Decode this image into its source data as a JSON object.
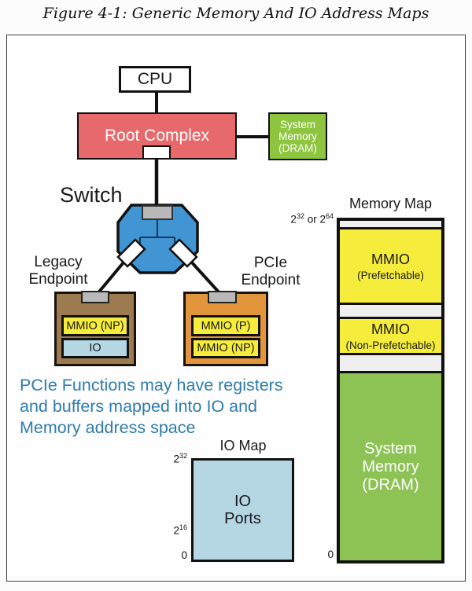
{
  "title": "Figure 4-1: Generic Memory And IO Address Maps",
  "colors": {
    "root_complex_red": "#E8696B",
    "dram_green": "#8DC63E",
    "switch_blue": "#4095D2",
    "legacy_brown": "#9C7B50",
    "pcie_orange": "#E2953B",
    "mmio_yellow": "#F6EC3B",
    "io_light_blue": "#B5D7E4",
    "note_blue": "#2E7CAD",
    "port_gray": "#B9B9B9",
    "map_green": "#8DC355",
    "band_gray": "#EFEFEF"
  },
  "nodes": {
    "cpu": "CPU",
    "root_complex": "Root Complex",
    "system_memory": [
      "System",
      "Memory",
      "(DRAM)"
    ],
    "switch": "Switch",
    "legacy_endpoint": {
      "name": [
        "Legacy",
        "Endpoint"
      ],
      "regions": [
        "MMIO (NP)",
        "IO"
      ]
    },
    "pcie_endpoint": {
      "name": [
        "PCIe",
        "Endpoint"
      ],
      "regions": [
        "MMIO (P)",
        "MMIO (NP)"
      ]
    }
  },
  "note": [
    "PCIe Functions may have registers",
    "and buffers mapped into IO and",
    "Memory address space"
  ],
  "io_map": {
    "title": "IO Map",
    "region": [
      "IO",
      "Ports"
    ],
    "scale_top_base": "2",
    "scale_top_exp": "32",
    "scale_mid_base": "2",
    "scale_mid_exp": "16",
    "scale_bottom": "0"
  },
  "memory_map": {
    "title": "Memory Map",
    "scale_top": {
      "b1": "2",
      "e1": "32",
      "mid": " or ",
      "b2": "2",
      "e2": "64"
    },
    "sections": {
      "prefetchable": {
        "l1": "MMIO",
        "l2": "(Prefetchable)"
      },
      "nonprefetchable": {
        "l1": "MMIO",
        "l2": "(Non-Prefetchable)"
      },
      "system_memory": [
        "System",
        "Memory",
        "(DRAM)"
      ]
    },
    "scale_bottom": "0"
  }
}
